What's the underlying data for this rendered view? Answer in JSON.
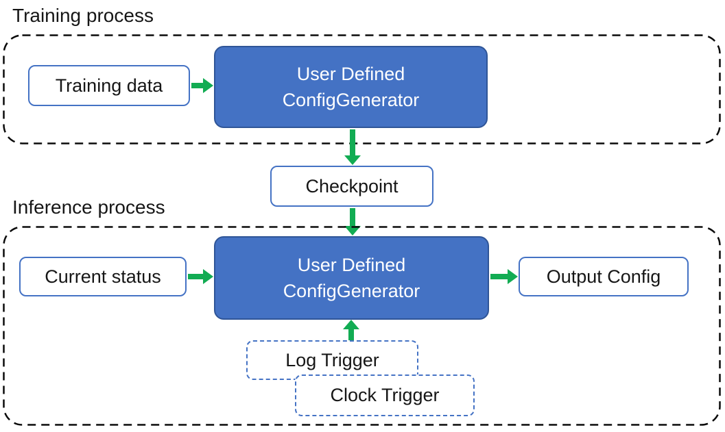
{
  "colors": {
    "accent_blue": "#4472C4",
    "accent_blue_dark": "#2F5597",
    "arrow_green": "#12AC53",
    "container_dash": "#0A0A0A",
    "text_dark": "#161616",
    "text_on_blue": "#FFFFFF"
  },
  "training_section": {
    "label": "Training process",
    "training_data": "Training data",
    "generator_line1": "User Defined",
    "generator_line2": "ConfigGenerator"
  },
  "checkpoint": "Checkpoint",
  "inference_section": {
    "label": "Inference process",
    "current_status": "Current status",
    "generator_line1": "User Defined",
    "generator_line2": "ConfigGenerator",
    "output_config": "Output Config",
    "log_trigger": "Log Trigger",
    "clock_trigger": "Clock Trigger"
  }
}
